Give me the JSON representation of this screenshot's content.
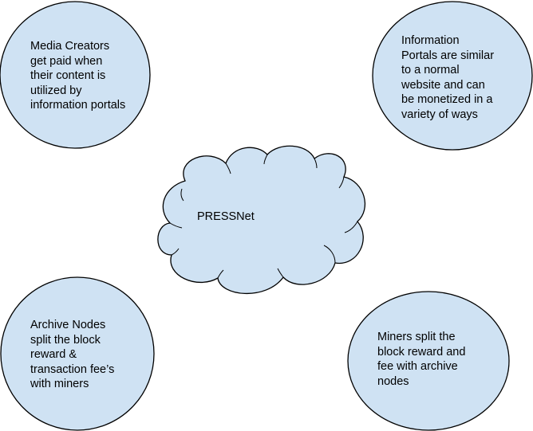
{
  "nodes": {
    "media_creators": {
      "text": "Media Creators\nget paid when\ntheir content is\nutilized by\ninformation portals"
    },
    "information_portals": {
      "text": "Information\nPortals are similar\nto a normal\nwebsite and can\nbe monetized in a\nvariety of ways"
    },
    "pressnet": {
      "text": "PRESSNet"
    },
    "archive_nodes": {
      "text": "Archive Nodes\nsplit the block\nreward &\ntransaction fee’s\nwith miners"
    },
    "miners": {
      "text": "Miners split the\nblock reward and\nfee with archive\nnodes"
    }
  },
  "colors": {
    "shape_fill": "#cfe2f3",
    "outline": "#000000",
    "background": "#ffffff"
  }
}
